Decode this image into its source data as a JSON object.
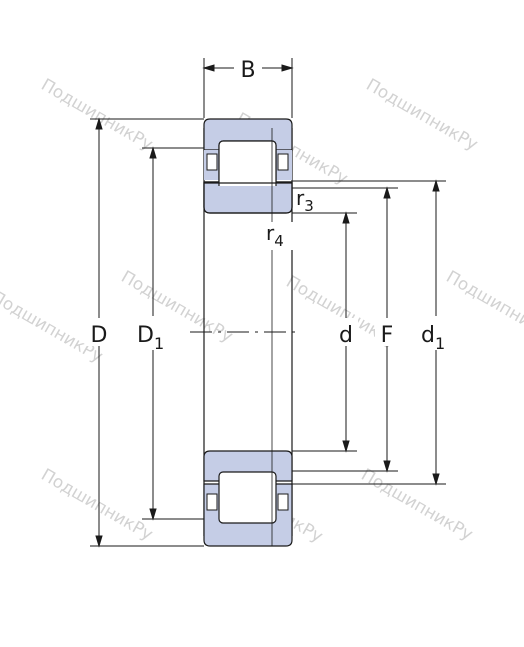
{
  "diagram": {
    "labels": {
      "B": "B",
      "D": "D",
      "D1_main": "D",
      "D1_sub": "1",
      "d": "d",
      "F": "F",
      "d1_main": "d",
      "d1_sub": "1",
      "r3_main": "r",
      "r3_sub": "3",
      "r4_main": "r",
      "r4_sub": "4"
    },
    "watermark": "ПодшипникРу",
    "colors": {
      "ring_fill": "#c5cde6",
      "stroke": "#1a1a1a",
      "watermark": "#d2d2d2"
    }
  }
}
